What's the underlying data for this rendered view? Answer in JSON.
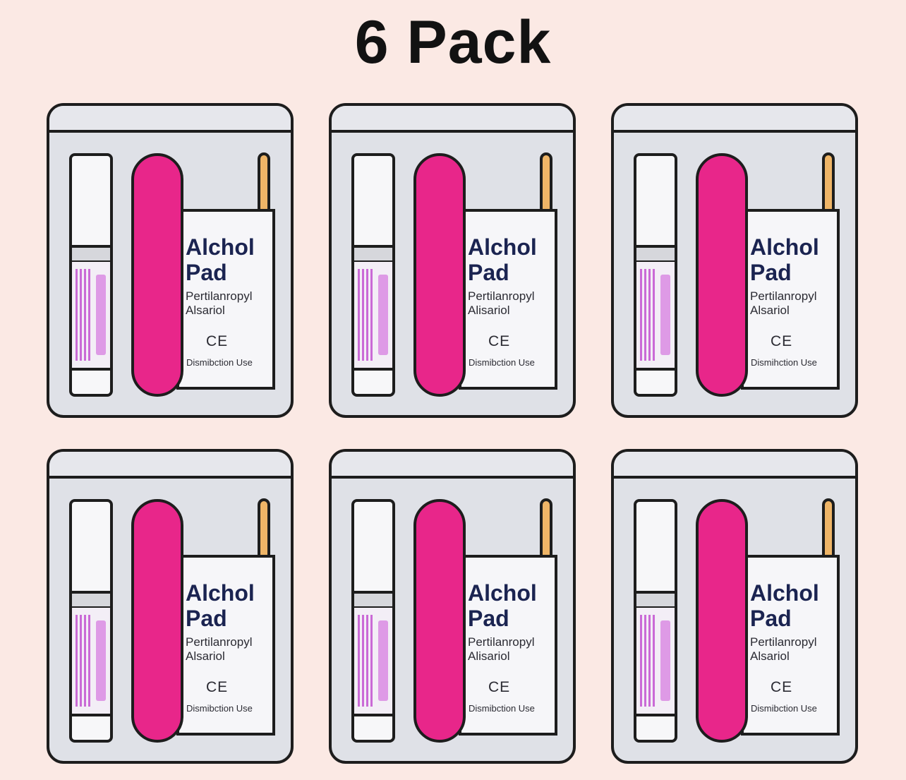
{
  "title": "6 Pack",
  "packs": [
    {
      "pad_name": "Alchol\nPad",
      "pad_sub": "Pertilanropyl\nAlsariol",
      "mark": "CE",
      "use": "Dismibction Use"
    },
    {
      "pad_name": "Alchol\nPad",
      "pad_sub": "Pertilanropyl\nAlisariol",
      "mark": "CE",
      "use": "Dismibction Use"
    },
    {
      "pad_name": "Alchol\nPad",
      "pad_sub": "Pertilanropyl\nAlsariol",
      "mark": "CE",
      "use": "Dismihction Use"
    },
    {
      "pad_name": "Alchol\nPad",
      "pad_sub": "Pertilanropyl\nAlsariol",
      "mark": "CE",
      "use": "Dismibction Use"
    },
    {
      "pad_name": "Alchol\nPad",
      "pad_sub": "Pertilanropyl\nAlisariol",
      "mark": "CE",
      "use": "Dismibction Use"
    },
    {
      "pad_name": "Alchol\nPad",
      "pad_sub": "Pertilanropyl\nAlsariol",
      "mark": "CE",
      "use": "Dismibction Use"
    }
  ],
  "colors": {
    "background": "#fbe9e4",
    "pouch": "#dfe1e7",
    "nail_file": "#e8268a",
    "stick": "#efb567",
    "label_text": "#1b2451"
  }
}
